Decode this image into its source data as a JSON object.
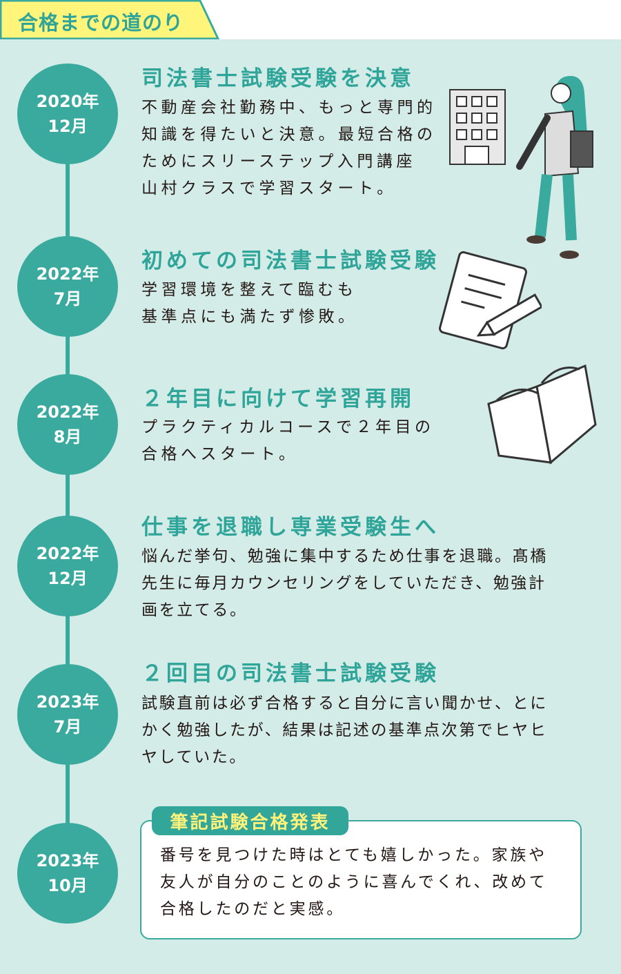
{
  "header": {
    "title": "合格までの道のり"
  },
  "colors": {
    "teal": "#3aaa9e",
    "background": "#d4ece8",
    "header_yellow": "#fff57a"
  },
  "timeline": [
    {
      "year": "2020年",
      "month": "12月",
      "title": "司法書士試験受験を決意",
      "body": [
        "不動産会社勤務中、もっと専門的",
        "知識を得たいと決意。最短合格の",
        "ためにスリーステップ入門講座",
        "山村クラスで学習スタート。"
      ]
    },
    {
      "year": "2022年",
      "month": "7月",
      "title": "初めての司法書士試験受験",
      "body": [
        "学習環境を整えて臨むも",
        "基準点にも満たず惨敗。"
      ]
    },
    {
      "year": "2022年",
      "month": "8月",
      "title": "２年目に向けて学習再開",
      "body": [
        "プラクティカルコースで２年目の",
        "合格へスタート。"
      ]
    },
    {
      "year": "2022年",
      "month": "12月",
      "title": "仕事を退職し専業受験生へ",
      "body": [
        "悩んだ挙句、勉強に集中するため仕事を退職。髙橋",
        "先生に毎月カウンセリングをしていただき、勉強計",
        "画を立てる。"
      ]
    },
    {
      "year": "2023年",
      "month": "7月",
      "title": "２回目の司法書士試験受験",
      "body": [
        "試験直前は必ず合格すると自分に言い聞かせ、とに",
        "かく勉強したが、結果は記述の基準点次第でヒヤヒ",
        "ヤしていた。"
      ]
    },
    {
      "year": "2023年",
      "month": "10月",
      "title": "筆記試験合格発表",
      "body": [
        "番号を見つけた時はとても嬉しかった。家族や",
        "友人が自分のことのように喜んでくれ、改めて",
        "合格したのだと実感。"
      ]
    }
  ]
}
